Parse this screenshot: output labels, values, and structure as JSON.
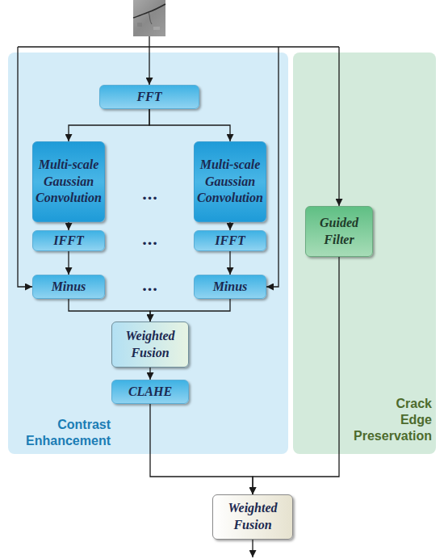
{
  "diagram": {
    "nodes": [
      {
        "text": [
          "Contrast Enhancement"
        ]
      },
      {
        "text": [
          "FFT"
        ],
        "in": 0
      },
      {
        "text": [
          "Multi-scale Gaussian Convolution"
        ],
        "in": 0
      },
      {
        "text": [
          "Multi-scale Gaussian Convolution"
        ],
        "in": 0
      },
      {
        "text": [
          "IFFT"
        ],
        "in": 0
      },
      {
        "text": [
          "IFFT"
        ],
        "in": 0
      },
      {
        "text": [
          "Minus"
        ],
        "in": 0
      },
      {
        "text": [
          "Minus"
        ],
        "in": 0
      },
      {
        "text": [
          "Weighted Fusion"
        ],
        "in": 0
      },
      {
        "text": [
          "CLAHE"
        ],
        "in": 0
      },
      {
        "text": [
          "Crack Edge Preservation"
        ]
      },
      {
        "text": [
          "Guided Filter"
        ],
        "in": 10
      },
      {
        "text": [
          "Weighted Fusion"
        ]
      }
    ],
    "edges": [
      {
        "from": 1,
        "to": 2,
        "arrow": "to"
      },
      {
        "from": 1,
        "to": 3,
        "arrow": "to"
      },
      {
        "from": 2,
        "to": 4,
        "arrow": "to"
      },
      {
        "from": 3,
        "to": 5,
        "arrow": "to"
      },
      {
        "from": 4,
        "to": 6,
        "arrow": "to"
      },
      {
        "from": 5,
        "to": 7,
        "arrow": "to"
      },
      {
        "from": 6,
        "to": 8,
        "arrow": "to"
      },
      {
        "from": 7,
        "to": 8,
        "arrow": "to"
      },
      {
        "from": 8,
        "to": 9,
        "arrow": "to"
      },
      {
        "from": 9,
        "to": 12,
        "arrow": "to"
      },
      {
        "from": 11,
        "to": 12,
        "arrow": "to"
      }
    ],
    "labels": [
      "...",
      "...",
      "..."
    ]
  }
}
